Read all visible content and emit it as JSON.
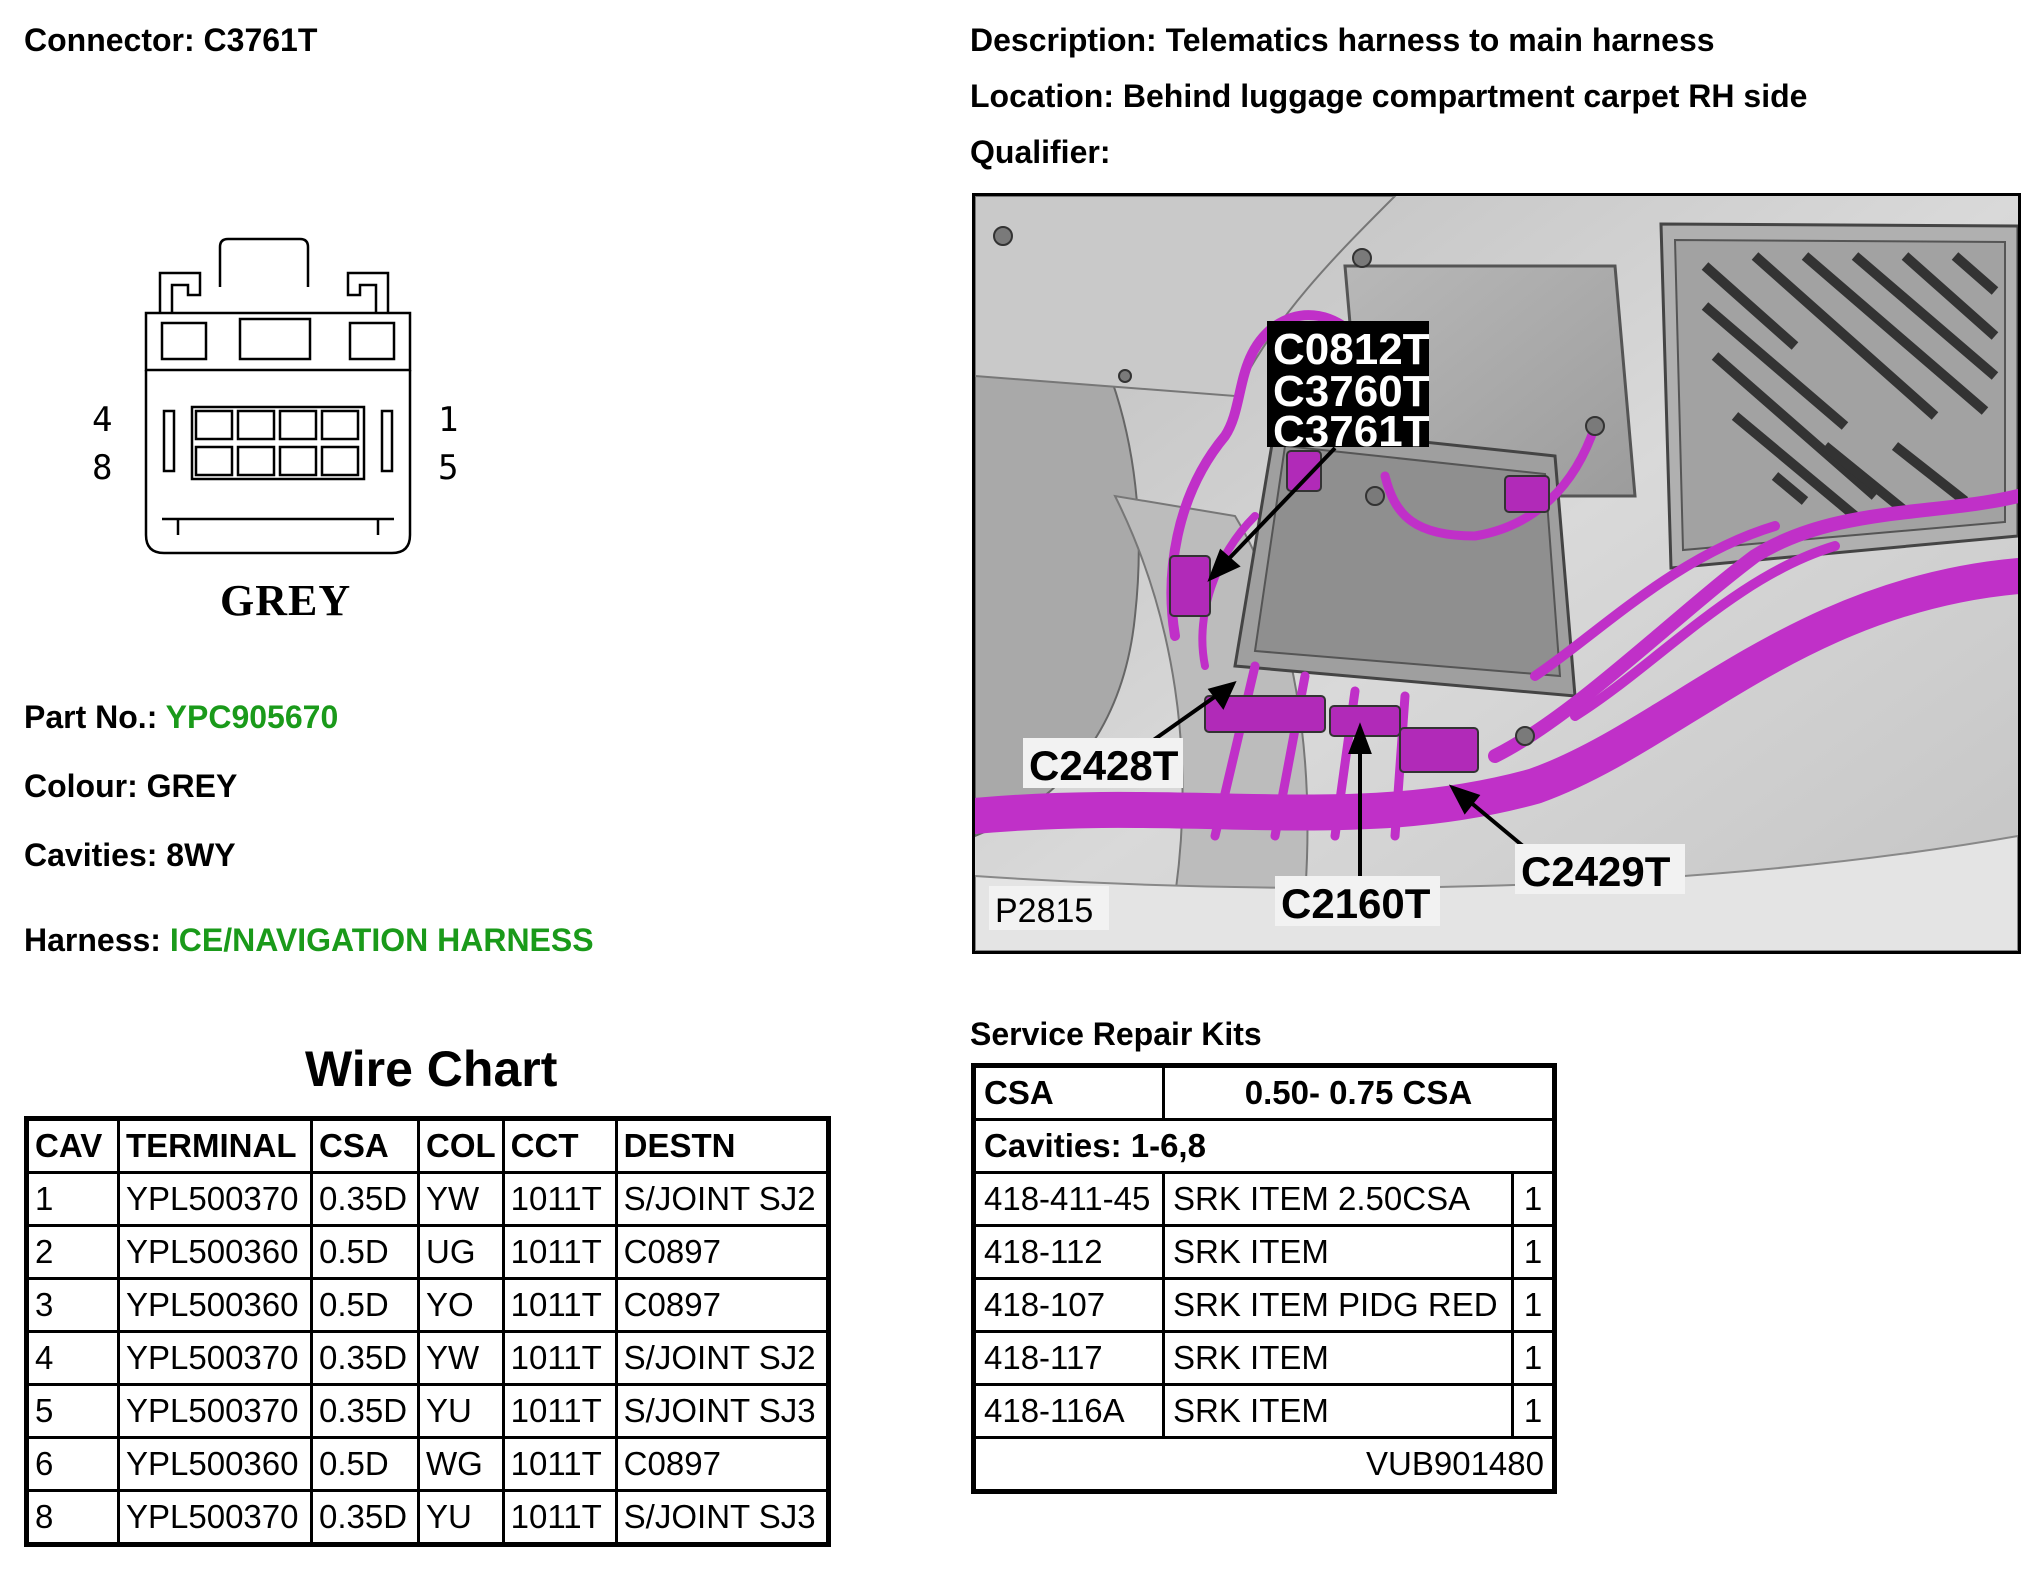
{
  "connector": {
    "label": "Connector:",
    "value": "C3761T"
  },
  "description": {
    "label": "Description:",
    "value": "Telematics harness to main harness"
  },
  "location": {
    "label": "Location:",
    "value": "Behind luggage compartment carpet RH side"
  },
  "qualifier": {
    "label": "Qualifier:",
    "value": ""
  },
  "diagram": {
    "pin_top_left": "4",
    "pin_bottom_left": "8",
    "pin_top_right": "1",
    "pin_bottom_right": "5",
    "colour_label": "GREY"
  },
  "part_no": {
    "label": "Part No.:",
    "value": "YPC905670"
  },
  "colour": {
    "label": "Colour:",
    "value": "GREY"
  },
  "cavities": {
    "label": "Cavities:",
    "value": "8WY"
  },
  "harness": {
    "label": "Harness:",
    "value": "ICE/NAVIGATION HARNESS"
  },
  "wire_chart": {
    "title": "Wire Chart",
    "headers": [
      "CAV",
      "TERMINAL",
      "CSA",
      "COL",
      "CCT",
      "DESTN"
    ],
    "rows": [
      [
        "1",
        "YPL500370",
        "0.35D",
        "YW",
        "1011T",
        "S/JOINT SJ2"
      ],
      [
        "2",
        "YPL500360",
        "0.5D",
        "UG",
        "1011T",
        "C0897"
      ],
      [
        "3",
        "YPL500360",
        "0.5D",
        "YO",
        "1011T",
        "C0897"
      ],
      [
        "4",
        "YPL500370",
        "0.35D",
        "YW",
        "1011T",
        "S/JOINT SJ2"
      ],
      [
        "5",
        "YPL500370",
        "0.35D",
        "YU",
        "1011T",
        "S/JOINT SJ3"
      ],
      [
        "6",
        "YPL500360",
        "0.5D",
        "WG",
        "1011T",
        "C0897"
      ],
      [
        "8",
        "YPL500370",
        "0.35D",
        "YU",
        "1011T",
        "S/JOINT SJ3"
      ]
    ]
  },
  "photo": {
    "callout_box": [
      "C0812T",
      "C3760T",
      "C3761T"
    ],
    "callouts": {
      "c2428t": "C2428T",
      "c2160t": "C2160T",
      "c2429t": "C2429T"
    },
    "ref": "P2815",
    "harness_color": "#c030c8"
  },
  "srk": {
    "title": "Service Repair Kits",
    "csa_label": "CSA",
    "csa_value": "0.50- 0.75 CSA",
    "cavities": "Cavities: 1-6,8",
    "rows": [
      [
        "418-411-45",
        "SRK ITEM 2.50CSA",
        "1"
      ],
      [
        "418-112",
        "SRK ITEM",
        "1"
      ],
      [
        "418-107",
        "SRK ITEM PIDG RED",
        "1"
      ],
      [
        "418-117",
        "SRK ITEM",
        "1"
      ],
      [
        "418-116A",
        "SRK ITEM",
        "1"
      ]
    ],
    "footer": "VUB901480"
  }
}
